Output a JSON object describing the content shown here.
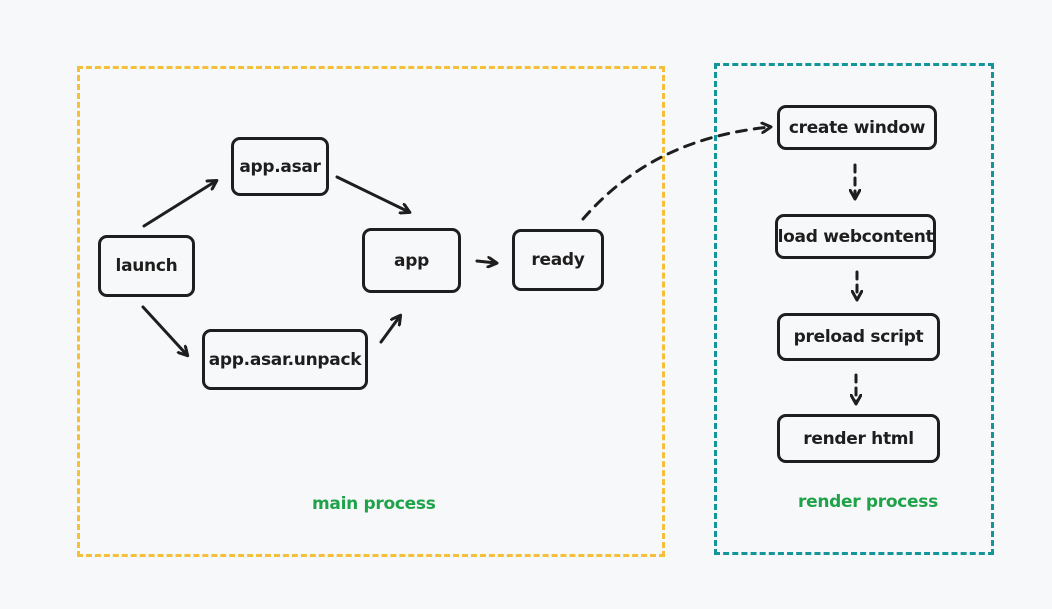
{
  "colors": {
    "main_region_border": "#f5bf3a",
    "render_region_border": "#13959a",
    "label_green": "#1fa34a",
    "stroke": "#1e1e1e",
    "background": "#f7f8fa"
  },
  "regions": {
    "main": {
      "label": "main process"
    },
    "render": {
      "label": "render process"
    }
  },
  "nodes": {
    "launch": "launch",
    "app_asar": "app.asar",
    "app_asar_unpack": "app.asar.unpack",
    "app": "app",
    "ready": "ready",
    "create_window": "create window",
    "load_webcontent": "load webcontent",
    "preload_script": "preload script",
    "render_html": "render html"
  },
  "edges": [
    {
      "from": "launch",
      "to": "app_asar",
      "style": "solid"
    },
    {
      "from": "launch",
      "to": "app_asar_unpack",
      "style": "solid"
    },
    {
      "from": "app_asar",
      "to": "app",
      "style": "solid"
    },
    {
      "from": "app_asar_unpack",
      "to": "app",
      "style": "solid"
    },
    {
      "from": "app",
      "to": "ready",
      "style": "solid"
    },
    {
      "from": "ready",
      "to": "create_window",
      "style": "dashed"
    },
    {
      "from": "create_window",
      "to": "load_webcontent",
      "style": "dashed"
    },
    {
      "from": "load_webcontent",
      "to": "preload_script",
      "style": "dashed"
    },
    {
      "from": "preload_script",
      "to": "render_html",
      "style": "dashed"
    }
  ]
}
